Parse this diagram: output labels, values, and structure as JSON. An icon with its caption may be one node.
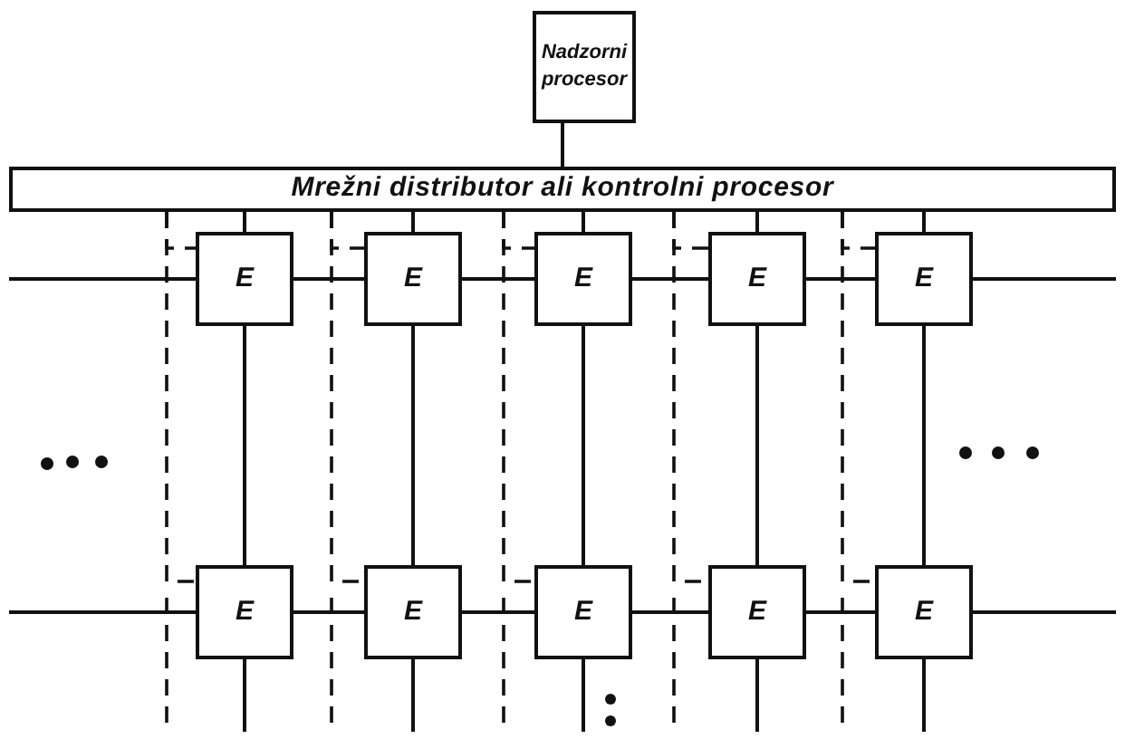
{
  "diagram": {
    "nodes": [
      {
        "text": [
          "Nadzorni procesor"
        ]
      },
      {
        "text": [
          "Mrežni distributor ali kontrolni procesor"
        ]
      },
      {
        "text": [
          "E"
        ]
      },
      {
        "text": [
          "E"
        ]
      },
      {
        "text": [
          "E"
        ]
      },
      {
        "text": [
          "E"
        ]
      },
      {
        "text": [
          "E"
        ]
      },
      {
        "text": [
          "E"
        ]
      },
      {
        "text": [
          "E"
        ]
      },
      {
        "text": [
          "E"
        ]
      },
      {
        "text": [
          "E"
        ]
      },
      {
        "text": [
          "E"
        ]
      }
    ],
    "edges": [
      {
        "from": 0,
        "to": 1,
        "arrow": "none"
      },
      {
        "from": 1,
        "to": 2,
        "arrow": "none"
      },
      {
        "from": 1,
        "to": 3,
        "arrow": "none"
      },
      {
        "from": 1,
        "to": 4,
        "arrow": "none"
      },
      {
        "from": 1,
        "to": 5,
        "arrow": "none"
      },
      {
        "from": 1,
        "to": 6,
        "arrow": "none"
      },
      {
        "from": 2,
        "to": 3,
        "arrow": "none"
      },
      {
        "from": 3,
        "to": 4,
        "arrow": "none"
      },
      {
        "from": 4,
        "to": 5,
        "arrow": "none"
      },
      {
        "from": 5,
        "to": 6,
        "arrow": "none"
      },
      {
        "from": null,
        "to": 2,
        "arrow": "none"
      },
      {
        "from": 6,
        "to": null,
        "arrow": "none"
      },
      {
        "from": 2,
        "to": 7,
        "arrow": "none"
      },
      {
        "from": 3,
        "to": 8,
        "arrow": "none"
      },
      {
        "from": 4,
        "to": 9,
        "arrow": "none"
      },
      {
        "from": 5,
        "to": 10,
        "arrow": "none"
      },
      {
        "from": 6,
        "to": 11,
        "arrow": "none"
      },
      {
        "from": 7,
        "to": 8,
        "arrow": "none"
      },
      {
        "from": 8,
        "to": 9,
        "arrow": "none"
      },
      {
        "from": 9,
        "to": 10,
        "arrow": "none"
      },
      {
        "from": 10,
        "to": 11,
        "arrow": "none"
      },
      {
        "from": null,
        "to": 7,
        "arrow": "none"
      },
      {
        "from": 11,
        "to": null,
        "arrow": "none"
      },
      {
        "from": 7,
        "to": null,
        "arrow": "none"
      },
      {
        "from": 8,
        "to": null,
        "arrow": "none"
      },
      {
        "from": 9,
        "to": null,
        "arrow": "none"
      },
      {
        "from": 10,
        "to": null,
        "arrow": "none"
      },
      {
        "from": 11,
        "to": null,
        "arrow": "none"
      },
      {
        "from": 1,
        "to": 2,
        "arrow": "none",
        "style": "dashed"
      },
      {
        "from": 1,
        "to": 3,
        "arrow": "none",
        "style": "dashed"
      },
      {
        "from": 1,
        "to": 4,
        "arrow": "none",
        "style": "dashed"
      },
      {
        "from": 1,
        "to": 5,
        "arrow": "none",
        "style": "dashed"
      },
      {
        "from": 1,
        "to": 6,
        "arrow": "none",
        "style": "dashed"
      },
      {
        "from": 1,
        "to": 7,
        "arrow": "none",
        "style": "dashed"
      },
      {
        "from": 1,
        "to": 8,
        "arrow": "none",
        "style": "dashed"
      },
      {
        "from": 1,
        "to": 9,
        "arrow": "none",
        "style": "dashed"
      },
      {
        "from": 1,
        "to": 10,
        "arrow": "none",
        "style": "dashed"
      },
      {
        "from": 1,
        "to": 11,
        "arrow": "none",
        "style": "dashed"
      }
    ]
  }
}
